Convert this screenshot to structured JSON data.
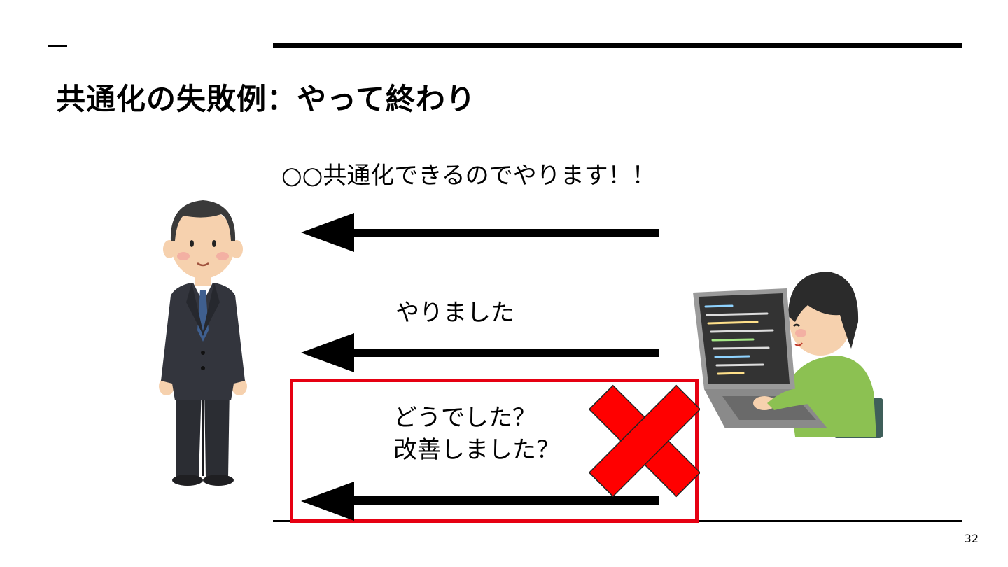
{
  "slide": {
    "title": "共通化の失敗例：やって終わり",
    "page_number": "32"
  },
  "messages": [
    {
      "text": "○○共通化できるのでやります！！"
    },
    {
      "text": "やりました"
    },
    {
      "lines": [
        "どうでした？",
        "改善しました？"
      ]
    }
  ],
  "colors": {
    "highlight": "#e60012",
    "cross": "#ff0000",
    "arrow": "#000000"
  },
  "illustrations": {
    "left": "businessman-in-suit",
    "right": "programmer-at-laptop",
    "mark": "red-cross-mark"
  }
}
